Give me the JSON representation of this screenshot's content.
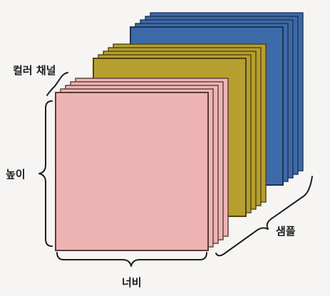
{
  "diagram": {
    "labels": {
      "color_channel": "컬러 채널",
      "height": "높이",
      "width": "너비",
      "samples": "샘플"
    },
    "stacks": [
      {
        "name": "blue-stack",
        "face": "#3d6aa8",
        "edge": "#1d3357"
      },
      {
        "name": "olive-stack",
        "face": "#b79f2f",
        "edge": "#4e4312"
      },
      {
        "name": "pink-stack",
        "face": "#eeb4b4",
        "edge": "#5a3b3b"
      }
    ]
  }
}
